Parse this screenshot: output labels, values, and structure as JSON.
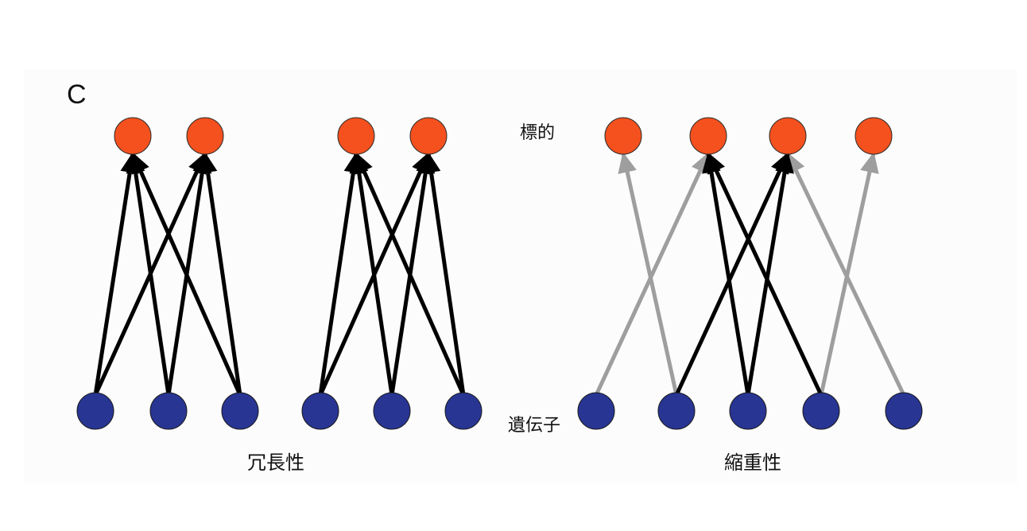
{
  "panel_letter": "C",
  "labels": {
    "targets": "標的",
    "genes": "遺伝子",
    "redundancy": "冗長性",
    "degeneracy": "縮重性"
  },
  "colors": {
    "target_node": "#f4511e",
    "gene_node": "#283593",
    "active_arrow": "#000000",
    "inactive_arrow": "#9e9e9e"
  },
  "network_a": {
    "genes": 3,
    "targets": 2,
    "edges": [
      {
        "from": 0,
        "to": 0,
        "style": "active"
      },
      {
        "from": 0,
        "to": 1,
        "style": "active"
      },
      {
        "from": 1,
        "to": 0,
        "style": "active"
      },
      {
        "from": 1,
        "to": 1,
        "style": "active"
      },
      {
        "from": 2,
        "to": 0,
        "style": "active"
      },
      {
        "from": 2,
        "to": 1,
        "style": "active"
      }
    ]
  },
  "network_b": {
    "genes": 3,
    "targets": 2,
    "edges": [
      {
        "from": 0,
        "to": 0,
        "style": "active"
      },
      {
        "from": 0,
        "to": 1,
        "style": "active"
      },
      {
        "from": 1,
        "to": 0,
        "style": "active"
      },
      {
        "from": 1,
        "to": 1,
        "style": "active"
      },
      {
        "from": 2,
        "to": 0,
        "style": "active"
      },
      {
        "from": 2,
        "to": 1,
        "style": "active"
      }
    ]
  },
  "network_c": {
    "genes": 5,
    "targets": 4,
    "edges": [
      {
        "from": 0,
        "to": 1,
        "style": "inactive"
      },
      {
        "from": 1,
        "to": 0,
        "style": "inactive"
      },
      {
        "from": 1,
        "to": 2,
        "style": "active"
      },
      {
        "from": 2,
        "to": 1,
        "style": "active"
      },
      {
        "from": 2,
        "to": 2,
        "style": "active"
      },
      {
        "from": 3,
        "to": 1,
        "style": "active"
      },
      {
        "from": 3,
        "to": 3,
        "style": "inactive"
      },
      {
        "from": 4,
        "to": 2,
        "style": "inactive"
      }
    ]
  }
}
